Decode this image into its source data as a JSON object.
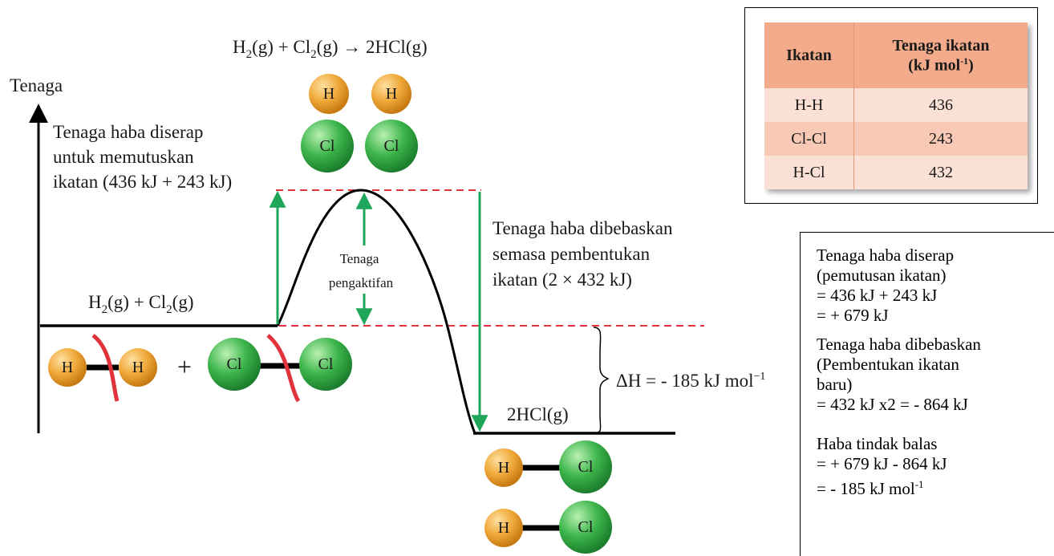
{
  "equation_top": {
    "h2": "H",
    "sub2a": "2",
    "g1": "(g)  +  Cl",
    "sub2b": "2",
    "g2": "(g)  →  2HCl(g)"
  },
  "y_axis_label": "Tenaga",
  "absorbed_label": [
    "Tenaga haba diserap",
    "untuk memutuskan",
    "ikatan (436 kJ + 243 kJ)"
  ],
  "activation_label": [
    "Tenaga",
    "pengaktifan"
  ],
  "released_label": [
    "Tenaga haba dibebaskan",
    "semasa pembentukan",
    "ikatan (2 × 432 kJ)"
  ],
  "reactants_label": {
    "h": "H",
    "s1": "2",
    "mid": "(g)  +  Cl",
    "s2": "2",
    "end": "(g)"
  },
  "products_label": "2HCl(g)",
  "delta_h_label": {
    "text": "ΔH = - 185 kJ mol",
    "sup": "−1"
  },
  "atoms": {
    "h": "H",
    "cl": "Cl"
  },
  "plus_sign": "+",
  "bond_table": {
    "headers": [
      "Ikatan",
      "Tenaga ikatan",
      "(kJ mol",
      "-1",
      ")"
    ],
    "rows": [
      {
        "bond": "H-H",
        "energy": "436"
      },
      {
        "bond": "Cl-Cl",
        "energy": "243"
      },
      {
        "bond": "H-Cl",
        "energy": "432"
      }
    ]
  },
  "calculation": {
    "absorbed": [
      "Tenaga haba diserap",
      "(pemutusan ikatan)",
      "=  436 kJ + 243 kJ",
      "= + 679 kJ"
    ],
    "released": [
      "Tenaga haba dibebaskan",
      "(Pembentukan ikatan",
      "baru)",
      "= 432 kJ x2 =  - 864 kJ"
    ],
    "reaction_heat": [
      "Haba tindak balas",
      "= + 679 kJ  - 864 kJ",
      "= - 185 kJ mol"
    ],
    "reaction_heat_sup": "-1"
  },
  "colors": {
    "h_atom": "#f0a93a",
    "cl_atom": "#3cb54a",
    "arrow_green": "#1fa65a",
    "dashed_red": "#e0333b",
    "bond_break_red": "#e0333b",
    "table_header": "#f3ab8b"
  }
}
